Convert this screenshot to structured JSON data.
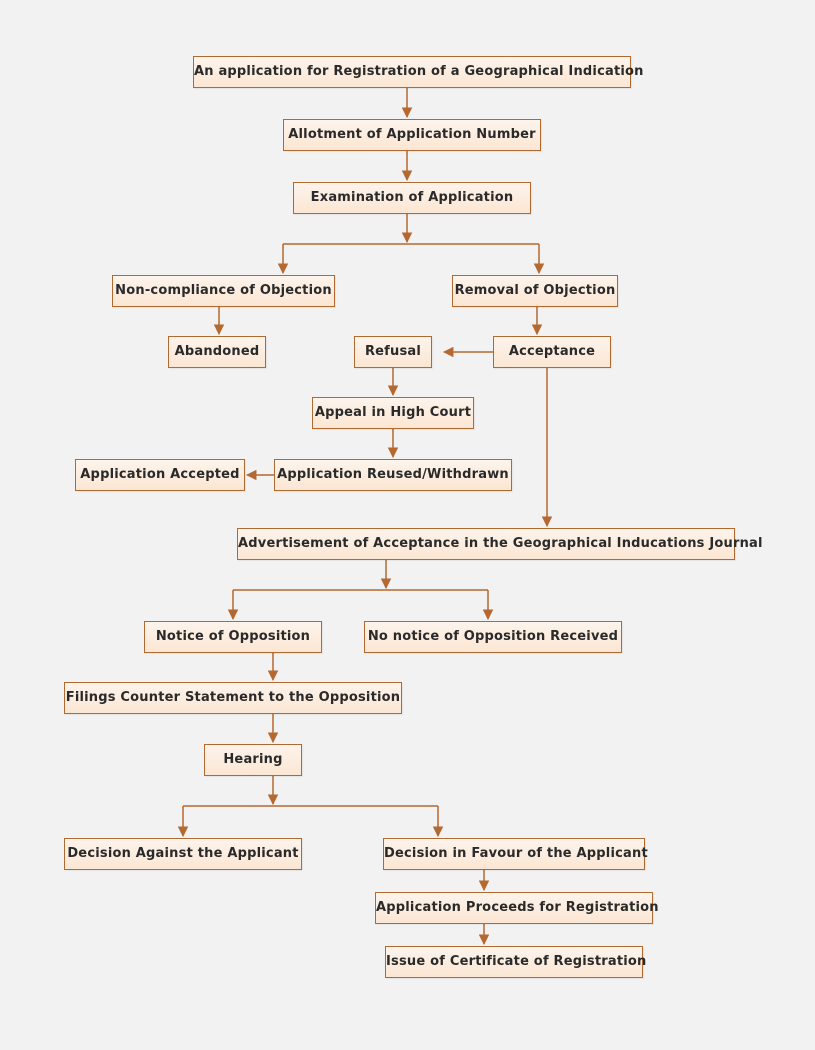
{
  "theme": {
    "background": "#f2f2f2",
    "box_border": "#b06a30",
    "box_fill_top": "#fdf4ec",
    "box_fill_bottom": "#fbe6d3",
    "connector": "#b5682f",
    "text": "#2a2a2a"
  },
  "nodes": {
    "application_gi": "An application for Registration of a Geographical Indication",
    "allotment": "Allotment of Application Number",
    "examination": "Examination of Application",
    "non_compliance": "Non-compliance of Objection",
    "removal": "Removal of Objection",
    "abandoned": "Abandoned",
    "refusal": "Refusal",
    "acceptance": "Acceptance",
    "appeal": "Appeal in High Court",
    "app_accepted": "Application Accepted",
    "app_reused": "Application Reused/Withdrawn",
    "advertisement": "Advertisement of Acceptance in the Geographical Inducations Journal",
    "notice_opposition": "Notice of Opposition",
    "no_notice": "No notice of Opposition Received",
    "counter_statement": "Filings Counter Statement to the Opposition",
    "hearing": "Hearing",
    "decision_against": "Decision Against the Applicant",
    "decision_favour": "Decision in Favour of the Applicant",
    "proceeds": "Application Proceeds for Registration",
    "certificate": "Issue of Certificate of Registration"
  }
}
